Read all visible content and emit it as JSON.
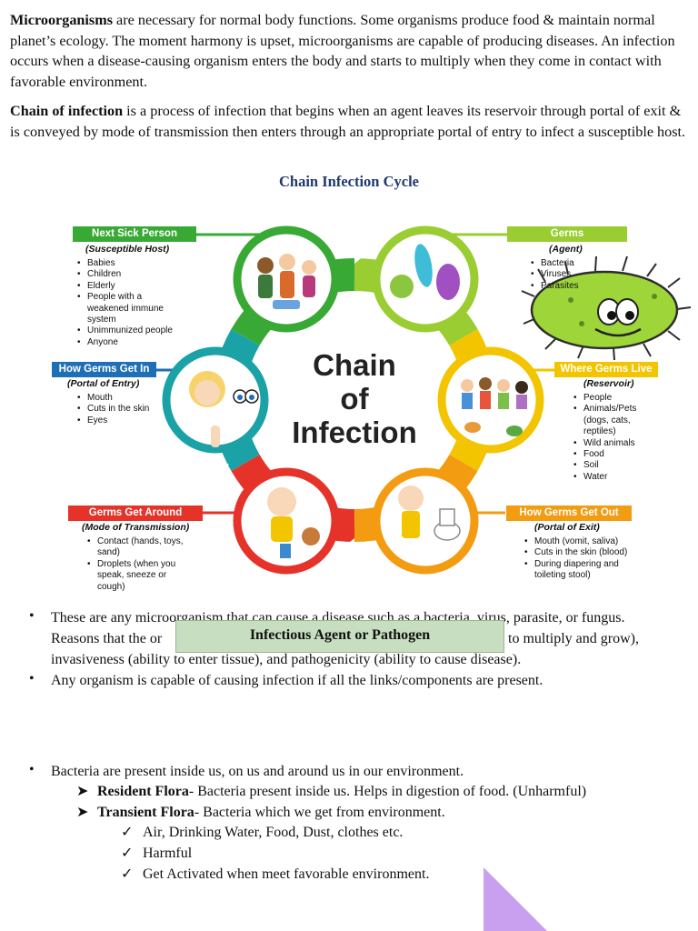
{
  "intro": {
    "p1_bold": "Microorganisms",
    "p1_rest": " are necessary for normal body functions. Some organisms produce food & maintain normal planet’s ecology. The moment harmony is upset, microorganisms are capable of producing diseases. An infection occurs when a disease-causing organism enters the body and starts to multiply when they come in contact with favorable environment.",
    "p2_bold": "Chain of infection",
    "p2_rest": " is a process of infection that begins when an agent leaves its reservoir through portal of exit & is conveyed by mode of transmission then enters through an appropriate portal of entry to infect a susceptible host."
  },
  "figure": {
    "title": "Chain Infection Cycle",
    "center": [
      "Chain",
      "of",
      "Infection"
    ],
    "colors": {
      "green": "#39a935",
      "yellowgreen": "#9acd32",
      "yellow": "#f2c500",
      "orange": "#f39c12",
      "red": "#e6332a",
      "teal": "#1aa2a6",
      "blue": "#1e6fb5"
    },
    "panels": {
      "next_sick": {
        "label": "Next Sick Person",
        "sub": "(Susceptible Host)",
        "items": [
          "Babies",
          "Children",
          "Elderly",
          "People with a weakened immune system",
          "Unimmunized people",
          "Anyone"
        ]
      },
      "germs": {
        "label": "Germs",
        "sub": "(Agent)",
        "items": [
          "Bacteria",
          "Viruses",
          "Parasites"
        ]
      },
      "germs_get_in": {
        "label": "How Germs Get In",
        "sub": "(Portal of Entry)",
        "items": [
          "Mouth",
          "Cuts in the skin",
          "Eyes"
        ]
      },
      "germs_live": {
        "label": "Where Germs Live",
        "sub": "(Reservoir)",
        "items": [
          "People",
          "Animals/Pets (dogs, cats, reptiles)",
          "Wild animals",
          "Food",
          "Soil",
          "Water"
        ]
      },
      "germs_around": {
        "label": "Germs Get Around",
        "sub": "(Mode of Transmission)",
        "items": [
          "Contact (hands, toys, sand)",
          "Droplets (when you speak, sneeze or cough)"
        ]
      },
      "germs_out": {
        "label": "How Germs Get Out",
        "sub": "(Portal of Exit)",
        "items": [
          "Mouth (vomit, saliva)",
          "Cuts in the skin (blood)",
          "During diapering and toileting stool)"
        ]
      }
    }
  },
  "pathogen_box": "Infectious Agent or Pathogen",
  "bullets1": {
    "b1_line1": "These are any microorganism that can cause a disease such as a bacteria, virus, parasite, or fungus.",
    "b1_line2_left": "Reasons that the or",
    "b1_line2_right": "to multiply and grow),",
    "b1_line3": "invasiveness (ability to enter tissue), and pathogenicity (ability to cause disease).",
    "b2": "Any organism is capable of causing infection if all the links/components are present."
  },
  "bullets2": {
    "b1": "Bacteria are present inside us, on us and around us in our environment.",
    "resident_bold": "Resident Flora",
    "resident_rest": "- Bacteria present inside us. Helps in digestion of food. (Unharmful)",
    "transient_bold": "Transient Flora",
    "transient_rest": "- Bacteria which we get from environment.",
    "checks": [
      "Air, Drinking Water, Food, Dust, clothes etc.",
      "Harmful",
      "Get Activated when meet favorable environment."
    ]
  },
  "corner_color": "#c9a0f0"
}
